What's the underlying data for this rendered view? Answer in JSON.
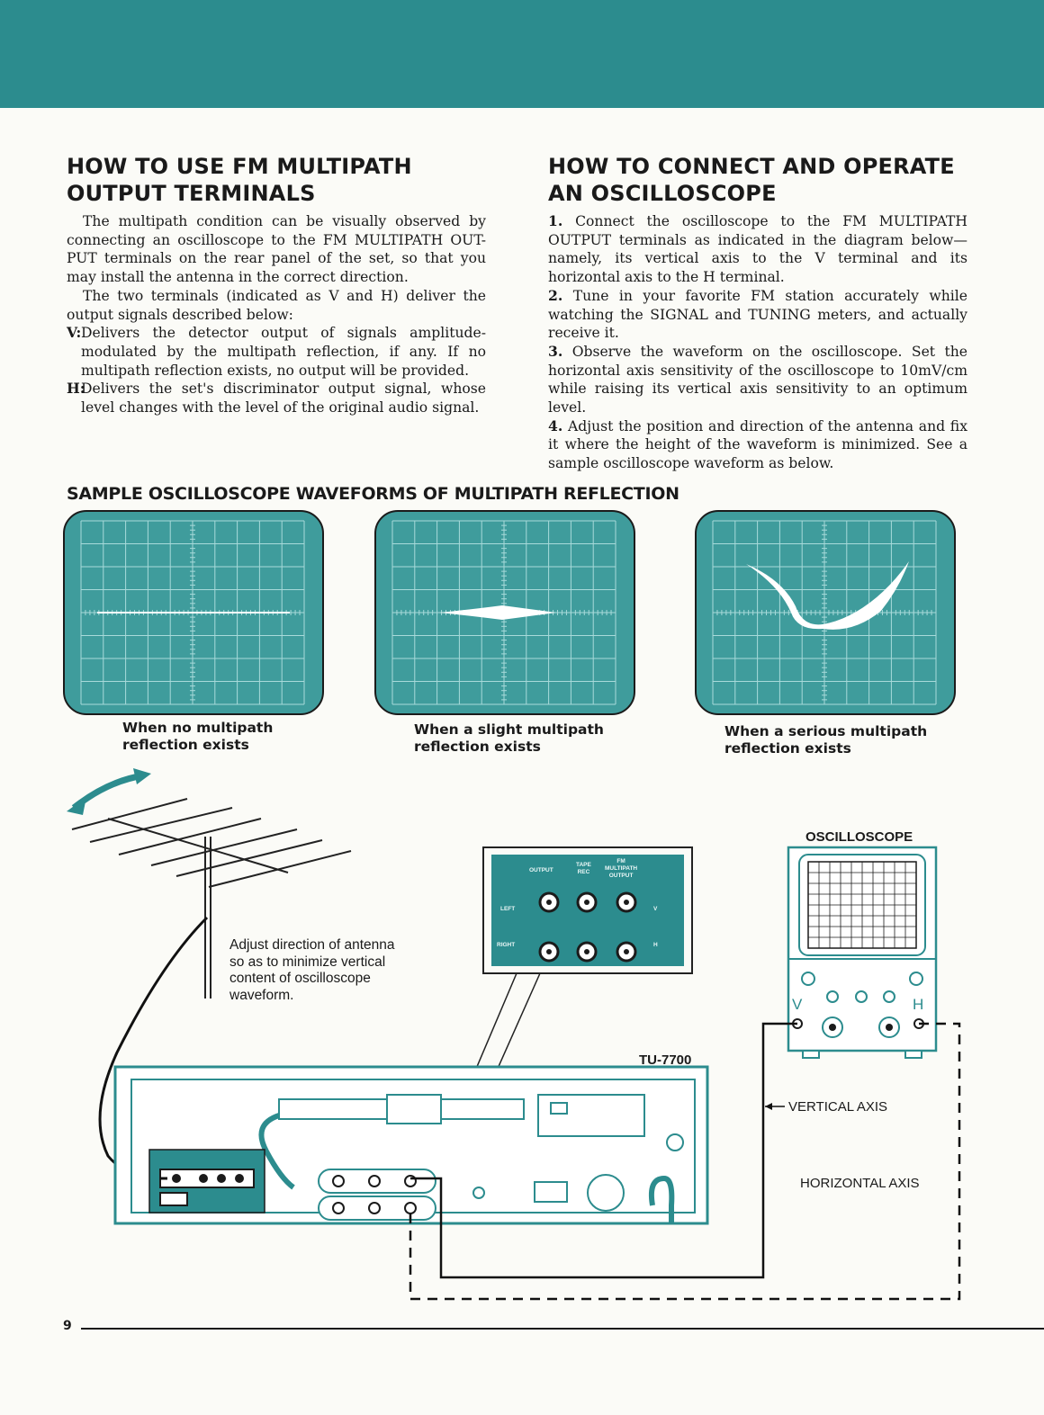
{
  "left": {
    "heading_line1": "HOW TO USE FM MULTIPATH",
    "heading_line2": "OUTPUT TERMINALS",
    "p1": "The multipath condition can be visually observed by connecting an oscilloscope to the FM MULTIPATH OUT-PUT terminals on the rear panel of the set, so that you may install the antenna in the correct direction.",
    "p2": "The two terminals (indicated as V and H) deliver the output signals described below:",
    "v_label": "V:",
    "v_text": "Delivers the detector output of signals amplitude-modulated by the multipath reflection, if any. If no multipath reflection exists, no output will be provided.",
    "h_label": "H:",
    "h_text": "Delivers the set's discriminator output signal, whose level changes with the level of the original audio signal."
  },
  "right": {
    "heading_line1": "HOW TO CONNECT AND OPERATE",
    "heading_line2": "AN OSCILLOSCOPE",
    "steps": [
      {
        "num": "1.",
        "text": "Connect the oscilloscope to the FM MULTIPATH OUTPUT terminals as indicated in the diagram below—namely, its vertical axis to the V terminal and its horizontal axis to the H terminal."
      },
      {
        "num": "2.",
        "text": "Tune in your favorite FM station accurately while watching the SIGNAL and TUNING meters, and actually receive it."
      },
      {
        "num": "3.",
        "text": "Observe the waveform on the oscilloscope. Set the horizontal axis sensitivity of the oscilloscope to 10mV/cm while raising its vertical axis sensitivity to an optimum level."
      },
      {
        "num": "4.",
        "text": "Adjust the position and direction of the antenna and fix it where the height of the waveform is minimized. See a sample oscilloscope waveform as below."
      }
    ]
  },
  "section_title": "SAMPLE OSCILLOSCOPE WAVEFORMS OF MULTIPATH REFLECTION",
  "captions": [
    {
      "line1": "When no multipath",
      "line2": "reflection exists"
    },
    {
      "line1": "When a slight multipath",
      "line2": "reflection exists"
    },
    {
      "line1": "When a serious multipath",
      "line2": "reflection exists"
    }
  ],
  "diagram": {
    "antenna_note": [
      "Adjust direction of antenna",
      "so as to minimize vertical",
      "content of oscilloscope",
      "waveform."
    ],
    "oscilloscope_label": "OSCILLOSCOPE",
    "model_label": "TU-7700",
    "v_label": "V",
    "h_label": "H",
    "vertical_axis": "VERTICAL AXIS",
    "horizontal_axis": "HORIZONTAL AXIS",
    "panel": {
      "output": "OUTPUT",
      "tape_rec_1": "TAPE",
      "tape_rec_2": "REC",
      "fm_1": "FM",
      "fm_2": "MULTIPATH",
      "fm_3": "OUTPUT",
      "left": "LEFT",
      "right": "RIGHT",
      "v": "V",
      "h": "H"
    }
  },
  "page_number": "9",
  "colors": {
    "band": "#2c8c8e",
    "screen": "#3f9c9c"
  }
}
